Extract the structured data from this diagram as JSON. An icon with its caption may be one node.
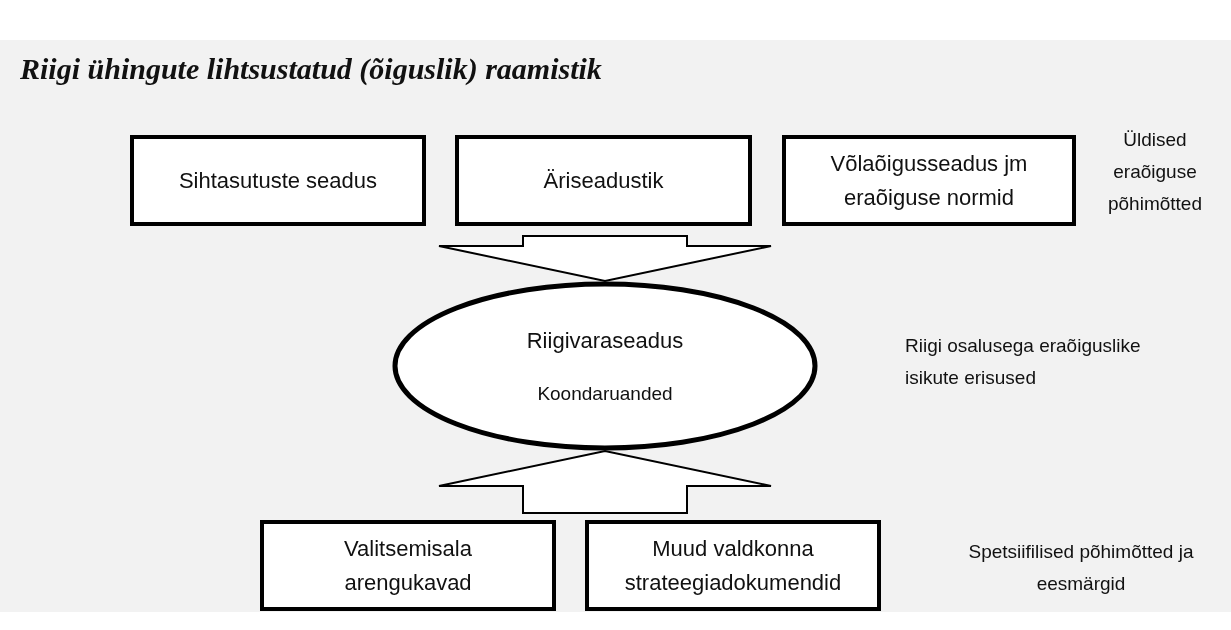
{
  "diagram": {
    "title": "Riigi ühingute lihtsustatud (õiguslik) raamistik",
    "nodes": [
      {
        "text": [
          "Sihtasutuste seadus"
        ]
      },
      {
        "text": [
          "Äriseadustik"
        ]
      },
      {
        "text": [
          "Võlaõigusseadus jm eraõiguse normid"
        ]
      },
      {
        "text": [
          "Riigivaraseadus",
          "Koondaruanded"
        ]
      },
      {
        "text": [
          "Valitsemisala arengukavad"
        ]
      },
      {
        "text": [
          "Muud valdkonna strateegiadokumendid"
        ]
      }
    ],
    "edges": [
      {
        "from": 0,
        "to": 3,
        "arrow": "to"
      },
      {
        "from": 1,
        "to": 3,
        "arrow": "to"
      },
      {
        "from": 2,
        "to": 3,
        "arrow": "to"
      },
      {
        "from": 4,
        "to": 3,
        "arrow": "to"
      },
      {
        "from": 5,
        "to": 3,
        "arrow": "to"
      }
    ],
    "labels": [
      "Üldised eraõiguse põhimõtted",
      "Riigi osalusega eraõiguslike isikute erisused",
      "Spetsiifilised põhimõtted ja eesmärgid"
    ]
  }
}
